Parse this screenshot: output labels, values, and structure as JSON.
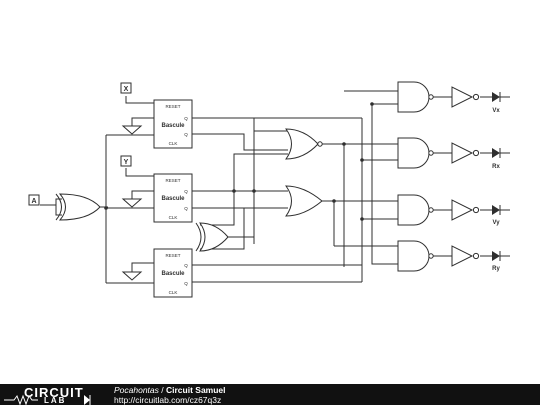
{
  "inputs": {
    "x": "X",
    "y": "Y",
    "a": "A"
  },
  "flipflops": [
    {
      "name": "Bascule",
      "reset": "RESET",
      "clk": "CLK",
      "q": "Q",
      "qbar": "Q"
    },
    {
      "name": "Bascule",
      "reset": "RESET",
      "clk": "CLK",
      "q": "Q",
      "qbar": "Q"
    },
    {
      "name": "Bascule",
      "reset": "RESET",
      "clk": "CLK",
      "q": "Q",
      "qbar": "Q"
    }
  ],
  "outputs": [
    "Vx",
    "Rx",
    "Vy",
    "Ry"
  ],
  "footer": {
    "logo_top": "CIRCUIT",
    "logo_bottom": "LAB",
    "author": "Pocahontas",
    "separator": " / ",
    "title": "Circuit Samuel",
    "url": "http://circuitlab.com/cz67q3z"
  }
}
